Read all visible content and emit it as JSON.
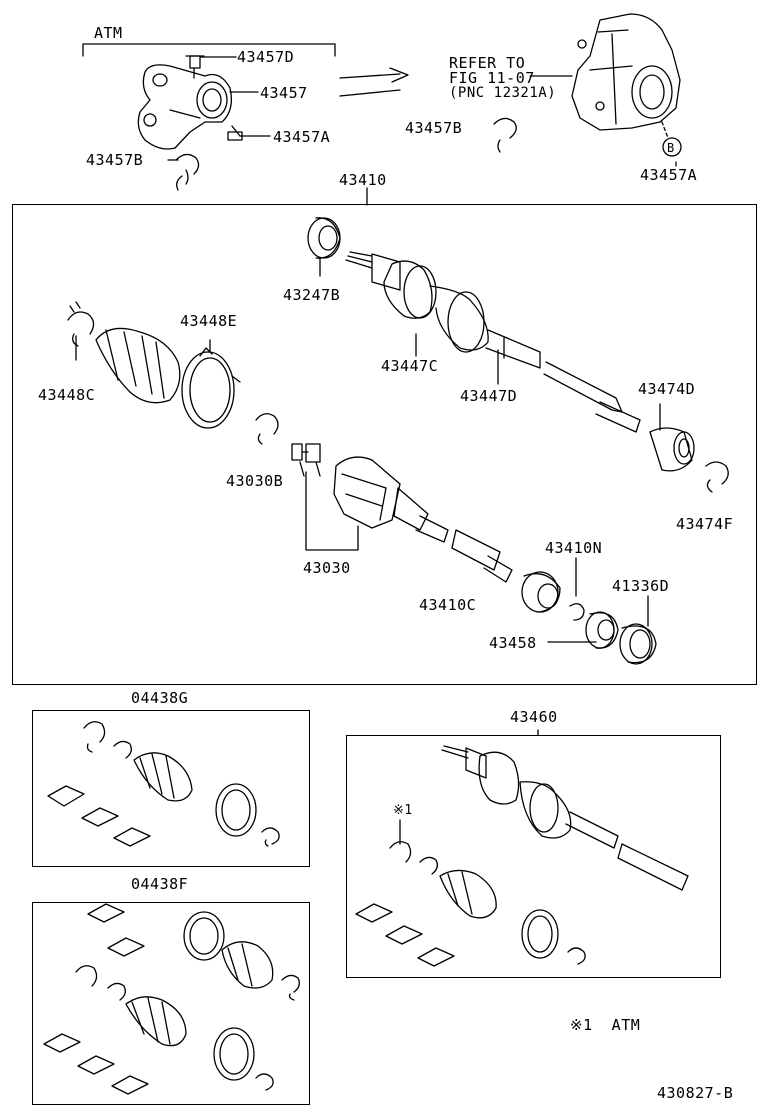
{
  "header": {
    "atm": "ATM",
    "refer": [
      "REFER TO",
      "FIG 11-07",
      "(PNC 12321A)"
    ]
  },
  "labels": {
    "p43457D": "43457D",
    "p43457": "43457",
    "p43457A_left": "43457A",
    "p43457B_left": "43457B",
    "p43457B_right": "43457B",
    "p43457A_right": "43457A",
    "callout_b": "B",
    "p43410": "43410",
    "p43247B": "43247B",
    "p43448E": "43448E",
    "p43448C": "43448C",
    "p43447C": "43447C",
    "p43447D": "43447D",
    "p43474D": "43474D",
    "p43030B": "43030B",
    "p43474F": "43474F",
    "p43030": "43030",
    "p43410N": "43410N",
    "p41336D": "41336D",
    "p43410C": "43410C",
    "p43458": "43458",
    "kit_04438G": "04438G",
    "kit_04438F": "04438F",
    "p43460": "43460",
    "note_mark": "※1",
    "note_text": "※1  ATM",
    "figure_id": "430827-B"
  },
  "colors": {
    "line": "#000000",
    "background": "#ffffff"
  }
}
